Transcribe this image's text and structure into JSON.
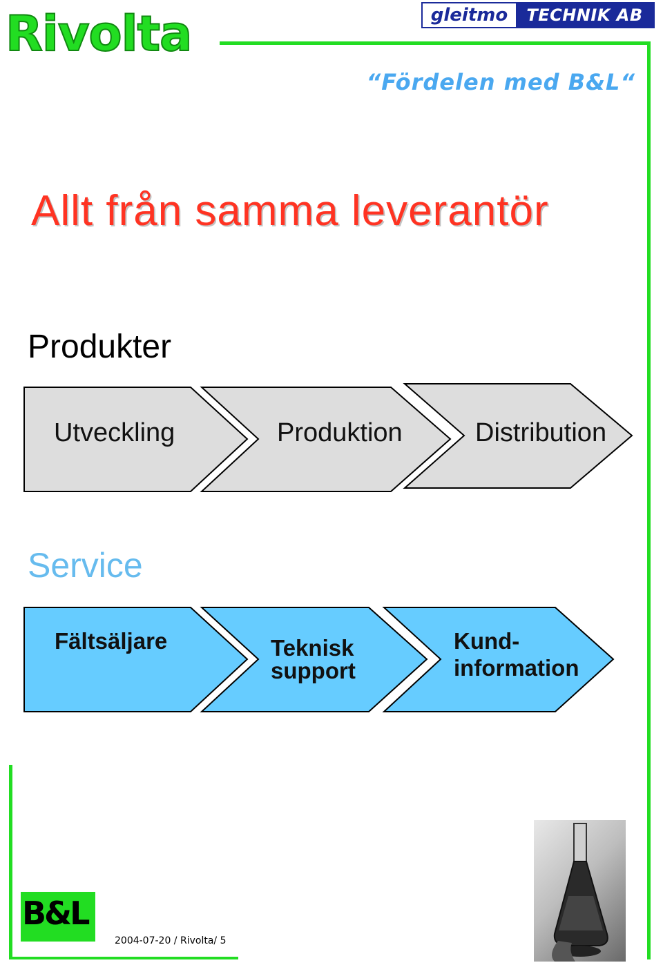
{
  "logos": {
    "rivolta": "Rivolta",
    "gleitmo_left": "gleitmo",
    "gleitmo_right": "TECHNIK AB",
    "bl": "B&L"
  },
  "tagline": "“Fördelen med B&L“",
  "title": "Allt från samma leverantör",
  "produkter": {
    "heading": "Produkter",
    "steps": [
      "Utveckling",
      "Produktion",
      "Distribution"
    ]
  },
  "service": {
    "heading": "Service",
    "steps": [
      {
        "line1": "Fältsäljare",
        "line2": ""
      },
      {
        "line1": "Teknisk",
        "line2": "support"
      },
      {
        "line1": "Kund-",
        "line2": "information"
      }
    ]
  },
  "footer": {
    "date_page": "2004-07-20 / Rivolta/ 5"
  },
  "colors": {
    "green": "#22dd22",
    "title_red": "#ff3322",
    "tagline_blue": "#4aa8f0",
    "service_blue": "#66ccff",
    "product_gray": "#dddddd"
  },
  "icons": {
    "photo": "flask-photo-icon"
  }
}
